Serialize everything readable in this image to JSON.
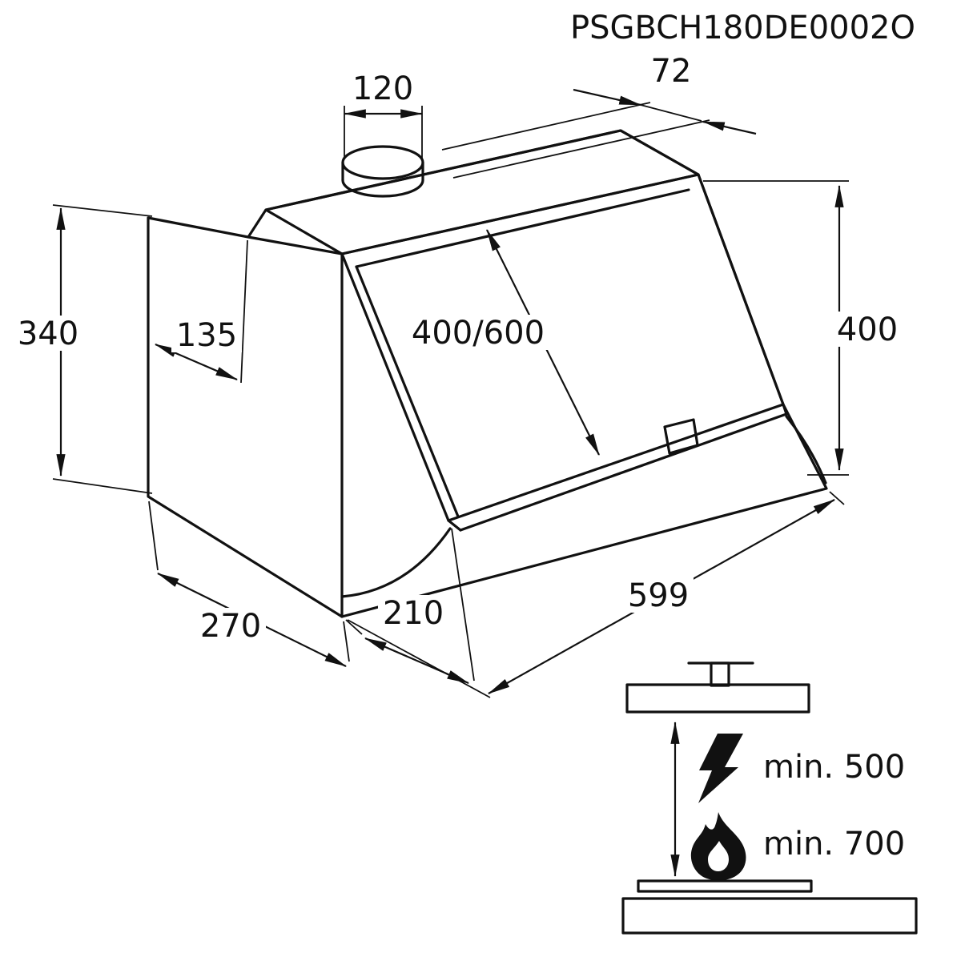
{
  "product_code": "PSGBCH180DE0002O",
  "dimensions": {
    "duct_diameter": "120",
    "top_depth": "72",
    "rear_height": "340",
    "top_section_depth": "135",
    "hood_width_range": "400/600",
    "front_height": "400",
    "cabinet_depth": "270",
    "visor_depth": "210",
    "overall_width": "599"
  },
  "clearances": {
    "electric_hob": "min. 500",
    "gas_hob": "min. 700"
  },
  "colors": {
    "line": "#111111",
    "background": "#ffffff"
  }
}
